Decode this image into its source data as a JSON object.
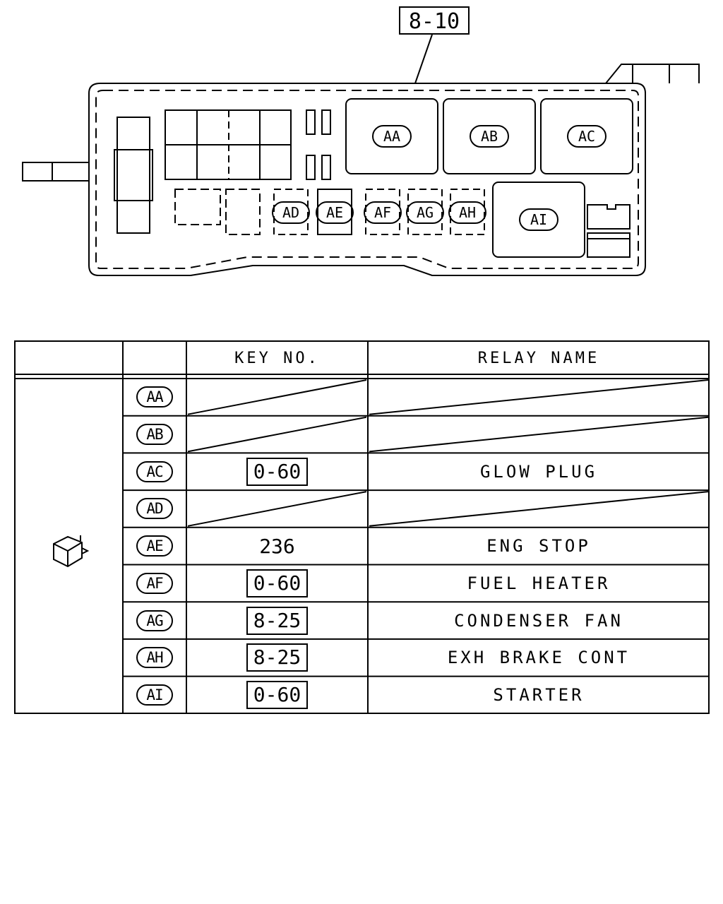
{
  "diagram": {
    "reference": "8-10",
    "slot_labels": {
      "AA": "AA",
      "AB": "AB",
      "AC": "AC",
      "AD": "AD",
      "AE": "AE",
      "AF": "AF",
      "AG": "AG",
      "AH": "AH",
      "AI": "AI"
    }
  },
  "table": {
    "headers": {
      "key_no": "KEY NO.",
      "relay_name": "RELAY NAME"
    },
    "rows": [
      {
        "id": "AA",
        "key_no": "",
        "boxed": false,
        "relay_name": ""
      },
      {
        "id": "AB",
        "key_no": "",
        "boxed": false,
        "relay_name": ""
      },
      {
        "id": "AC",
        "key_no": "0-60",
        "boxed": true,
        "relay_name": "GLOW PLUG"
      },
      {
        "id": "AD",
        "key_no": "",
        "boxed": false,
        "relay_name": ""
      },
      {
        "id": "AE",
        "key_no": "236",
        "boxed": false,
        "relay_name": "ENG STOP"
      },
      {
        "id": "AF",
        "key_no": "0-60",
        "boxed": true,
        "relay_name": "FUEL HEATER"
      },
      {
        "id": "AG",
        "key_no": "8-25",
        "boxed": true,
        "relay_name": "CONDENSER FAN"
      },
      {
        "id": "AH",
        "key_no": "8-25",
        "boxed": true,
        "relay_name": "EXH BRAKE CONT"
      },
      {
        "id": "AI",
        "key_no": "0-60",
        "boxed": true,
        "relay_name": "STARTER"
      }
    ],
    "relay_icon": "relay-cube-icon"
  }
}
